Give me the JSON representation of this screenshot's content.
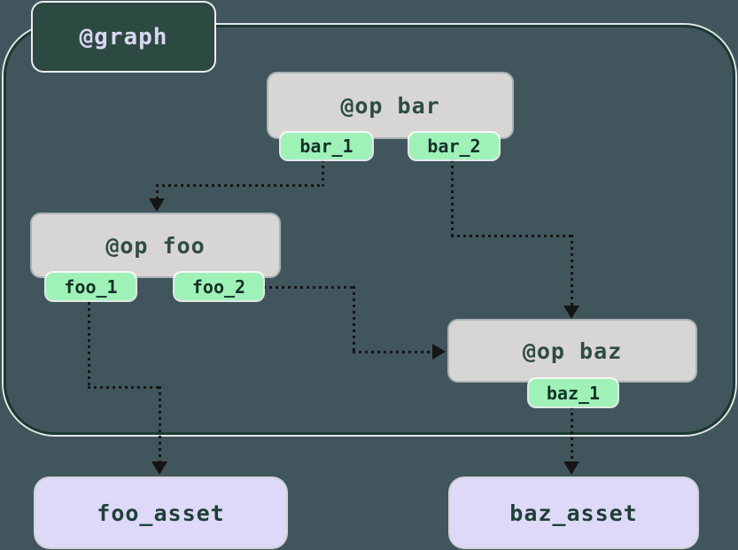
{
  "graph": {
    "label": "@graph"
  },
  "ops": [
    {
      "label": "@op bar",
      "outputs": [
        {
          "label": "bar_1"
        },
        {
          "label": "bar_2"
        }
      ]
    },
    {
      "label": "@op foo",
      "outputs": [
        {
          "label": "foo_1"
        },
        {
          "label": "foo_2"
        }
      ]
    },
    {
      "label": "@op baz",
      "outputs": [
        {
          "label": "baz_1"
        }
      ]
    }
  ],
  "assets": [
    {
      "label": "foo_asset"
    },
    {
      "label": "baz_asset"
    }
  ],
  "edges": [
    {
      "from": "bar_1",
      "to": "@op foo"
    },
    {
      "from": "bar_2",
      "to": "@op baz"
    },
    {
      "from": "foo_2",
      "to": "@op baz"
    },
    {
      "from": "foo_1",
      "to": "foo_asset"
    },
    {
      "from": "baz_1",
      "to": "baz_asset"
    }
  ],
  "colors": {
    "bg": "#41565c",
    "boundary_stroke": "#1b3a32",
    "badge_bg": "#2d4a42",
    "badge_text": "#d9d7f2",
    "op_bg": "#d8d6d4",
    "op_text": "#2e4b45",
    "tag_bg": "#9ff2b7",
    "tag_text": "#14302a",
    "asset_bg": "#ded9f8",
    "asset_text": "#1d4037",
    "edge": "#151515"
  }
}
